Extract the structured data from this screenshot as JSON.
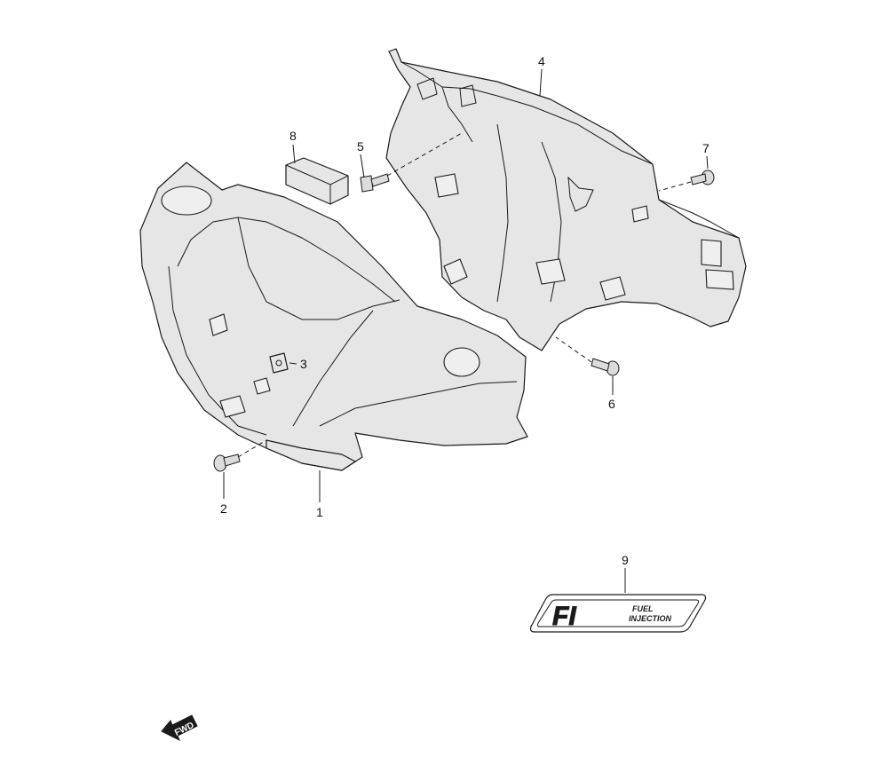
{
  "callouts": {
    "p1": "1",
    "p2": "2",
    "p3": "3",
    "p4": "4",
    "p5": "5",
    "p6": "6",
    "p7": "7",
    "p8": "8",
    "p9": "9"
  },
  "emblem": {
    "logo": "FI",
    "line1": "FUEL",
    "line2": "INJECTION"
  },
  "direction": {
    "label": "FWD"
  }
}
